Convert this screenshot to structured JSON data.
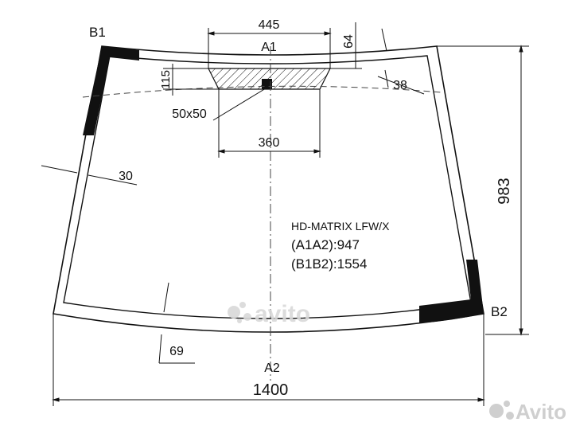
{
  "model": "HD-MATRIX LFW/X",
  "a1a2": "(A1A2):947",
  "b1b2": "(B1B2):1554",
  "points": {
    "b1": "B1",
    "b2": "B2",
    "a1": "A1",
    "a2": "A2"
  },
  "dimensions": {
    "top_width": "445",
    "top_offset": "64",
    "sensor_height": "115",
    "sensor_size": "50x50",
    "right_margin": "38",
    "inner_width": "360",
    "side_margin": "30",
    "bottom_margin": "69",
    "height": "983",
    "overall_width": "1400"
  },
  "watermarks": {
    "center": "avito",
    "corner": "Avito"
  },
  "colors": {
    "line": "#111111",
    "band": "#111111",
    "watermark": "#d9d9d9"
  },
  "icons": {
    "center": "avito-logo-icon",
    "corner": "avito-logo-icon"
  }
}
